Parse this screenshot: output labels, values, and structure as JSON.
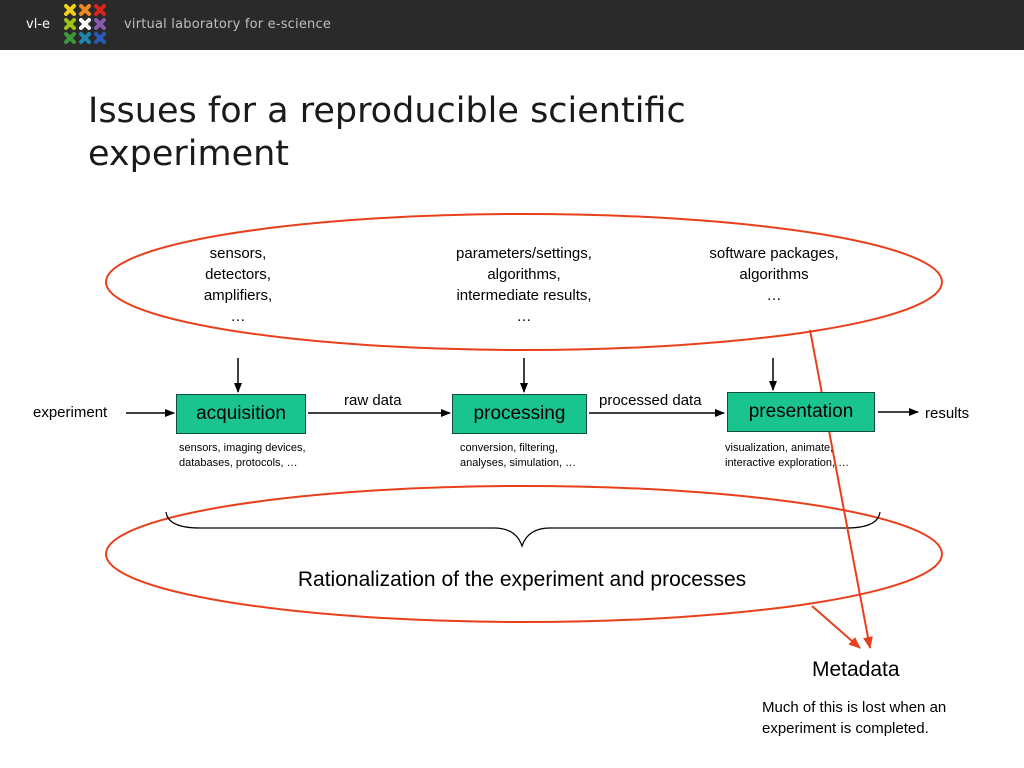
{
  "header": {
    "brand": "vl-e",
    "tagline": "virtual laboratory for e-science"
  },
  "slide": {
    "title_line1": "Issues for a reproducible scientific",
    "title_line2": "experiment"
  },
  "top_notes": [
    {
      "lines": [
        "sensors,",
        "detectors,",
        "amplifiers,",
        "…"
      ]
    },
    {
      "lines": [
        "parameters/settings,",
        "algorithms,",
        "intermediate results,",
        "…"
      ]
    },
    {
      "lines": [
        "software packages,",
        "algorithms",
        "…"
      ]
    }
  ],
  "pipeline": {
    "input_label": "experiment",
    "output_label": "results",
    "stages": [
      {
        "label": "acquisition",
        "details": [
          "sensors, imaging devices,",
          "databases, protocols, …"
        ]
      },
      {
        "label": "processing",
        "details": [
          "conversion, filtering,",
          "analyses, simulation, …"
        ]
      },
      {
        "label": "presentation",
        "details": [
          "visualization, animate,",
          "interactive exploration, …"
        ]
      }
    ],
    "edges": [
      "raw data",
      "processed data"
    ]
  },
  "rationalization": "Rationalization of the experiment and processes",
  "metadata": {
    "title": "Metadata",
    "description_line1": "Much of this is lost when an",
    "description_line2": "experiment is completed."
  },
  "colors": {
    "header_bg": "#2a2a2a",
    "stage_fill": "#19c48e",
    "ellipse_stroke": "#e8401c"
  }
}
